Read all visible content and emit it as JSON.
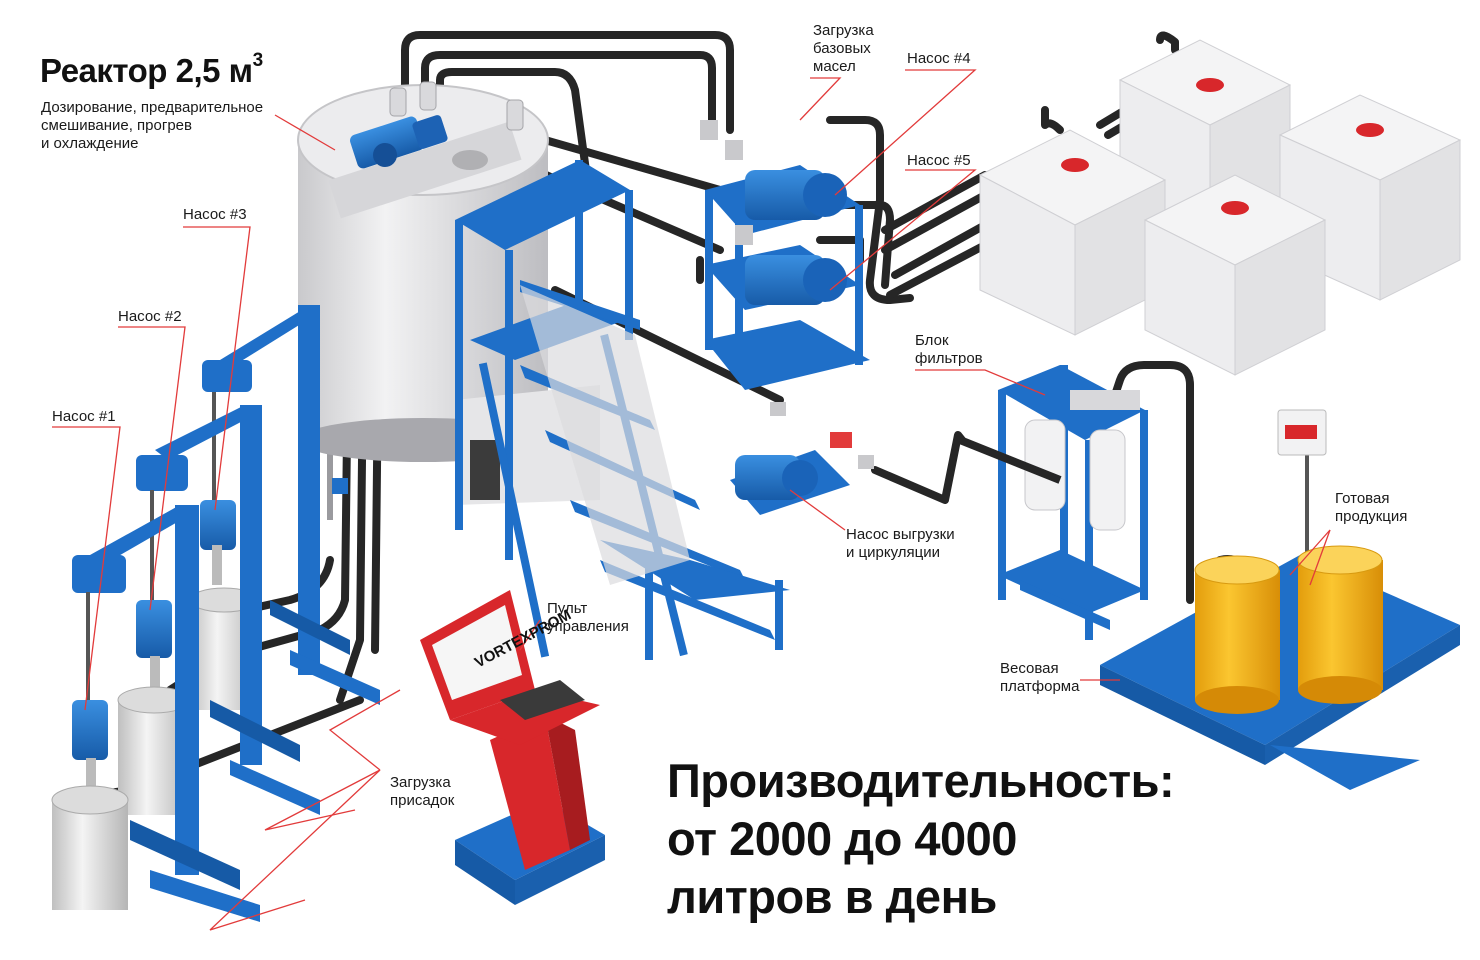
{
  "title": {
    "main": "Реактор 2,5 м",
    "sup": "3"
  },
  "subtitle": "Дозирование, предварительное\nсмешивание, прогрев\nи охлаждение",
  "labels": {
    "pump1": "Насос #1",
    "pump2": "Насос #2",
    "pump3": "Насос #3",
    "pump4": "Насос #4",
    "pump5": "Насос #5",
    "base_oils": "Загрузка\nбазовых\nмасел",
    "filters": "Блок\nфильтров",
    "unload_pump": "Насос выгрузки\nи циркуляции",
    "control_panel": "Пульт\nуправления",
    "additives": "Загрузка\nприсадок",
    "scale": "Весовая\nплатформа",
    "product": "Готовая\nпродукция"
  },
  "brand": "VORTEXPROM",
  "performance": {
    "line1": "Производительность:",
    "line2": "от 2000 до 4000",
    "line3": "литров в день"
  },
  "colors": {
    "frame_blue": "#1f6fc8",
    "pipe_dark": "#262626",
    "leader_red": "#e23b3b",
    "barrel_gold": "#f3b31a",
    "panel_red": "#d8272b",
    "tank_gray": "#e4e4e6"
  }
}
